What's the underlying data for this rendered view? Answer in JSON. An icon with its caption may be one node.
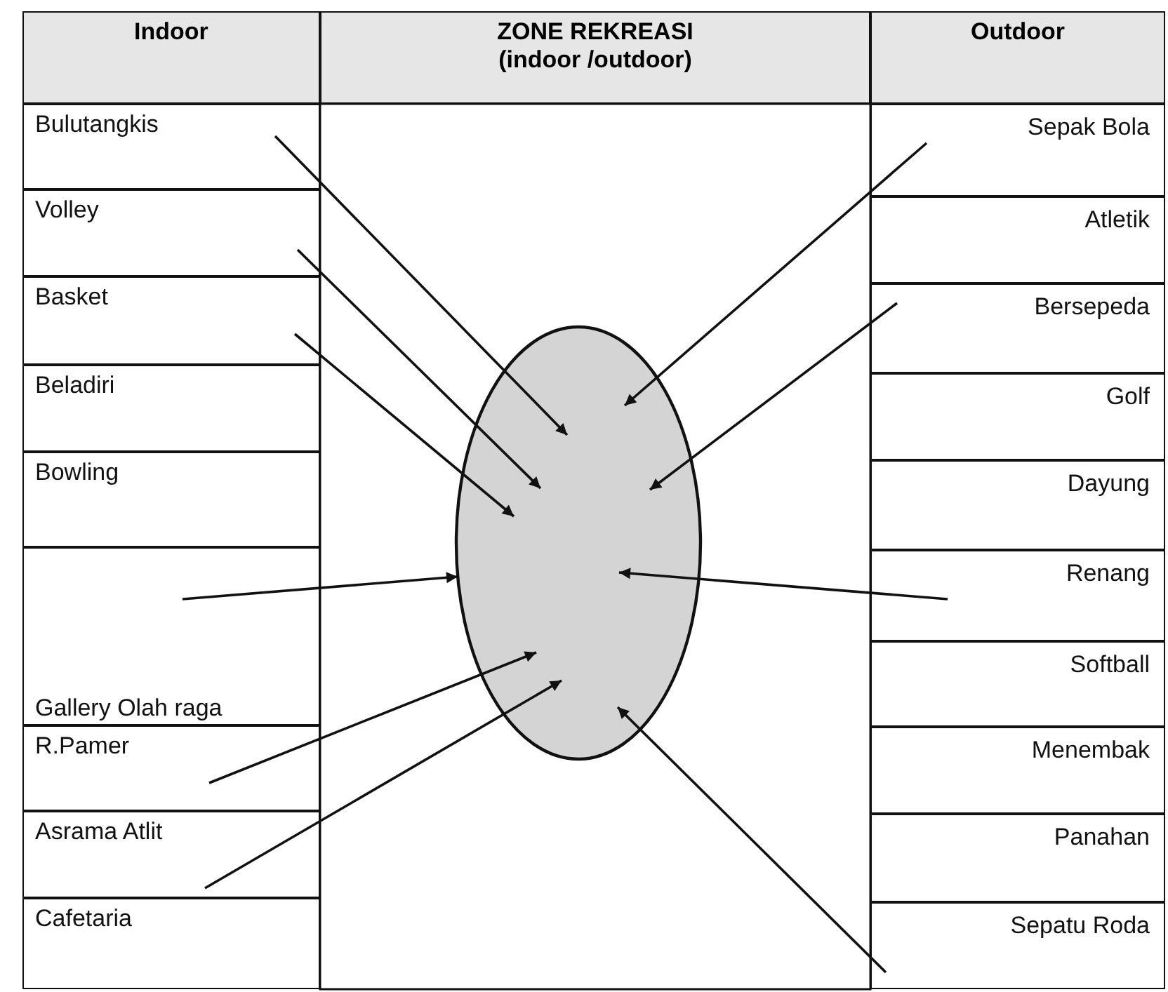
{
  "diagram": {
    "nodes": [
      {
        "text": [
          "Indoor"
        ]
      },
      {
        "text": [
          "ZONE REKREASI (indoor /outdoor)"
        ]
      },
      {
        "text": [
          "Outdoor"
        ]
      },
      {
        "text": [
          "Bulutangkis"
        ]
      },
      {
        "text": [
          "Volley"
        ]
      },
      {
        "text": [
          "Basket"
        ]
      },
      {
        "text": [
          "Beladiri"
        ]
      },
      {
        "text": [
          "Bowling"
        ]
      },
      {
        "text": [
          "Gallery Olah raga"
        ]
      },
      {
        "text": [
          "R.Pamer"
        ]
      },
      {
        "text": [
          "Asrama Atlit"
        ]
      },
      {
        "text": [
          "Cafetaria"
        ]
      },
      {
        "text": [
          "Sepak Bola"
        ]
      },
      {
        "text": [
          "Atletik"
        ]
      },
      {
        "text": [
          "Bersepeda"
        ]
      },
      {
        "text": [
          "Golf"
        ]
      },
      {
        "text": [
          "Dayung"
        ]
      },
      {
        "text": [
          "Renang"
        ]
      },
      {
        "text": [
          "Softball"
        ]
      },
      {
        "text": [
          "Menembak"
        ]
      },
      {
        "text": [
          "Panahan"
        ]
      },
      {
        "text": [
          "Sepatu Roda"
        ]
      },
      {
        "text": [],
        "shape": "ellipse"
      }
    ],
    "edges": [
      {
        "from": 3,
        "to": 22,
        "arrow": "to"
      },
      {
        "from": 4,
        "to": 22,
        "arrow": "to"
      },
      {
        "from": 5,
        "to": 22,
        "arrow": "to"
      },
      {
        "from": 8,
        "to": 22,
        "arrow": "to"
      },
      {
        "from": 9,
        "to": 22,
        "arrow": "to"
      },
      {
        "from": 10,
        "to": 22,
        "arrow": "to"
      },
      {
        "from": 12,
        "to": 22,
        "arrow": "to"
      },
      {
        "from": 14,
        "to": 22,
        "arrow": "to"
      },
      {
        "from": 17,
        "to": 22,
        "arrow": "to"
      },
      {
        "from": 21,
        "to": 22,
        "arrow": "to"
      }
    ]
  }
}
